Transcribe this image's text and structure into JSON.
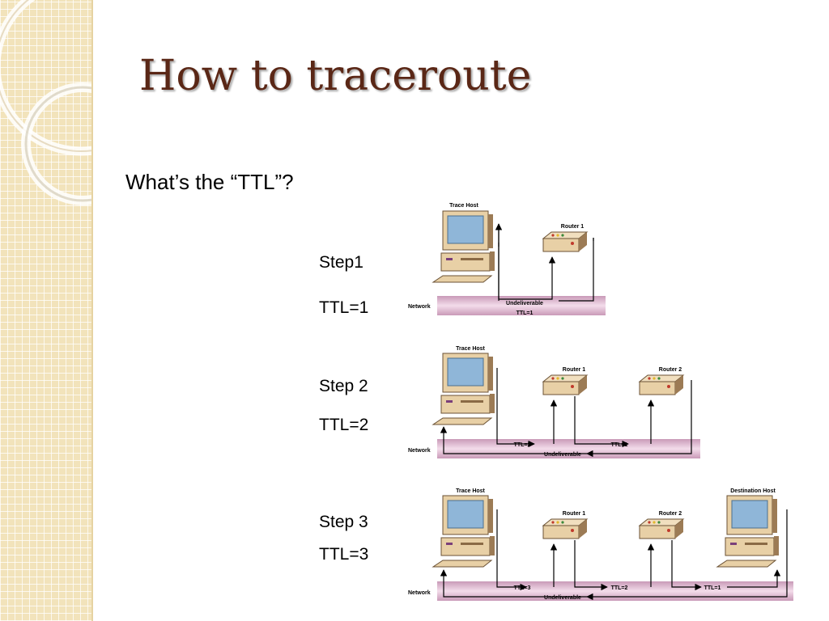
{
  "slide": {
    "title": "How to traceroute",
    "subtitle": "What’s the “TTL”?"
  },
  "steps": [
    {
      "step_label": "Step1",
      "ttl_label": "TTL=1",
      "network_label": "Network",
      "nodes": [
        {
          "name": "Trace Host",
          "kind": "computer"
        },
        {
          "name": "Router 1",
          "kind": "router"
        }
      ],
      "forward_labels": [],
      "return_label": "Undeliverable",
      "ttl_tag": "TTL=1"
    },
    {
      "step_label": "Step 2",
      "ttl_label": "TTL=2",
      "network_label": "Network",
      "nodes": [
        {
          "name": "Trace Host",
          "kind": "computer"
        },
        {
          "name": "Router 1",
          "kind": "router"
        },
        {
          "name": "Router 2",
          "kind": "router"
        }
      ],
      "forward_labels": [
        "TTL=2",
        "TTL=1"
      ],
      "return_label": "Undeliverable"
    },
    {
      "step_label": "Step 3",
      "ttl_label": "TTL=3",
      "network_label": "Network",
      "nodes": [
        {
          "name": "Trace Host",
          "kind": "computer"
        },
        {
          "name": "Router 1",
          "kind": "router"
        },
        {
          "name": "Router 2",
          "kind": "router"
        },
        {
          "name": "Destination Host",
          "kind": "computer"
        }
      ],
      "forward_labels": [
        "TTL=3",
        "TTL=2",
        "TTL=1"
      ],
      "return_label": "Undeliverable"
    }
  ],
  "colors": {
    "title": "#5a2716",
    "sidebar": "#f2e3bb",
    "network_band": "#e9c9de",
    "device_beige": "#e8d0a6",
    "device_dark": "#9c7b55",
    "screen": "#8fb6d8"
  }
}
